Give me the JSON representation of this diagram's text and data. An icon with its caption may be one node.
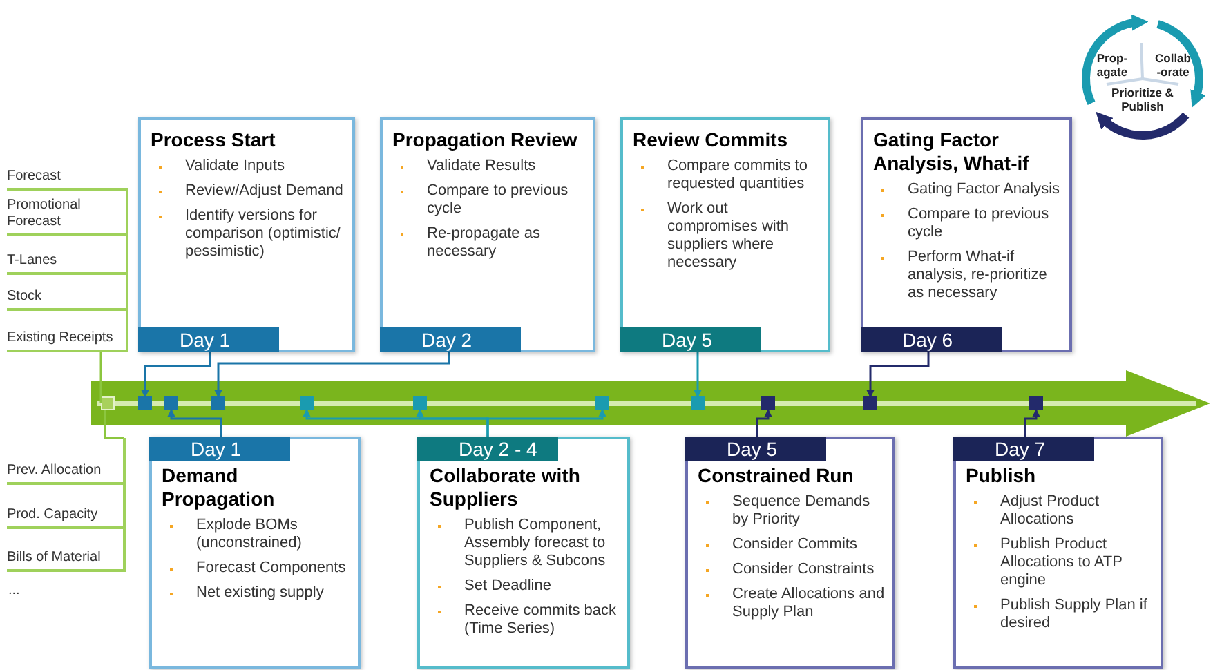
{
  "diagram": {
    "nodes": [
      {
        "text": [
          "Prop- agate"
        ]
      },
      {
        "text": [
          "Collab -orate"
        ]
      },
      {
        "text": [
          "Prioritize & Publish"
        ]
      },
      {
        "text": [
          "Process Start",
          "Validate Inputs",
          "Review/Adjust Demand",
          "Identify versions for comparison (optimistic/ pessimistic)",
          "Day 1"
        ]
      },
      {
        "text": [
          "Propagation Review",
          "Validate Results",
          "Compare to previous cycle",
          "Re-propagate as necessary",
          "Day 2"
        ]
      },
      {
        "text": [
          "Review Commits",
          "Compare commits to requested quantities",
          "Work out compromises with suppliers where necessary",
          "Day 5"
        ]
      },
      {
        "text": [
          "Gating Factor Analysis, What-if",
          "Gating Factor Analysis",
          "Compare to previous cycle",
          "Perform What-if analysis, re-prioritize as necessary",
          "Day 6"
        ]
      },
      {
        "text": [
          "Forecast",
          "Promotional Forecast",
          "T-Lanes",
          "Stock",
          "Existing Receipts"
        ]
      },
      {
        "text": [],
        "shape": "arrow"
      },
      {
        "text": [],
        "shape": "box",
        "in": 8
      },
      {
        "text": [],
        "shape": "box",
        "in": 8
      },
      {
        "text": [],
        "shape": "box",
        "in": 8
      },
      {
        "text": [],
        "shape": "box",
        "in": 8
      },
      {
        "text": [],
        "shape": "box",
        "in": 8
      },
      {
        "text": [],
        "shape": "box",
        "in": 8
      },
      {
        "text": [],
        "shape": "box",
        "in": 8
      },
      {
        "text": [],
        "shape": "box",
        "in": 8
      },
      {
        "text": [],
        "shape": "box",
        "in": 8
      },
      {
        "text": [],
        "shape": "box",
        "in": 8
      },
      {
        "text": [],
        "shape": "box",
        "in": 8
      },
      {
        "text": [
          "Prev. Allocation",
          "Prod. Capacity",
          "Bills of Material"
        ]
      },
      {
        "text": [
          "Day 1",
          "Demand Propagation",
          "Explode BOMs (unconstrained)",
          "Forecast Components",
          "Net existing supply"
        ]
      },
      {
        "text": [
          "Day 2 - 4",
          "Collaborate with Suppliers",
          "Publish Component, Assembly forecast to Suppliers & Subcons",
          "Set Deadline",
          "Receive commits back (Time Series)"
        ]
      },
      {
        "text": [
          "Day 5",
          "Constrained Run",
          "Sequence Demands by Priority",
          "Consider Commits",
          "Consider Constraints",
          "Create Allocations and Supply Plan"
        ]
      },
      {
        "text": [
          "Day 7",
          "Publish",
          "Adjust Product Allocations",
          "Publish Product Allocations to ATP engine",
          "Publish Supply Plan if desired"
        ]
      }
    ],
    "edges": [
      {
        "from": 0,
        "to": 1,
        "arrow": "to",
        "style": "thick"
      },
      {
        "from": 1,
        "to": 2,
        "arrow": "to",
        "style": "thick"
      },
      {
        "from": 2,
        "to": 0,
        "arrow": "to",
        "style": "thick",
        "color": "#232a6b"
      },
      {
        "from": 3,
        "to": 10,
        "arrow": "to",
        "color": "#1a75a8"
      },
      {
        "from": 4,
        "to": 12,
        "arrow": "to",
        "color": "#1a75a8"
      },
      {
        "from": 5,
        "to": 16,
        "arrow": "to"
      },
      {
        "from": 6,
        "to": 18,
        "arrow": "to",
        "color": "#232a6b"
      },
      {
        "from": 7,
        "to": 9,
        "arrow": "none",
        "color": "#8cc63f"
      },
      {
        "from": 9,
        "to": 20,
        "arrow": "none",
        "color": "#8cc63f"
      },
      {
        "from": 21,
        "to": 11,
        "arrow": "to",
        "color": "#1a75a8"
      },
      {
        "from": 22,
        "to": 13,
        "arrow": "to"
      },
      {
        "from": 22,
        "to": 14,
        "arrow": "to"
      },
      {
        "from": 22,
        "to": 15,
        "arrow": "to"
      },
      {
        "from": 23,
        "to": 17,
        "arrow": "to",
        "color": "#232a6b"
      },
      {
        "from": 24,
        "to": 19,
        "arrow": "to",
        "color": "#232a6b"
      }
    ],
    "labels": [
      "..."
    ]
  }
}
